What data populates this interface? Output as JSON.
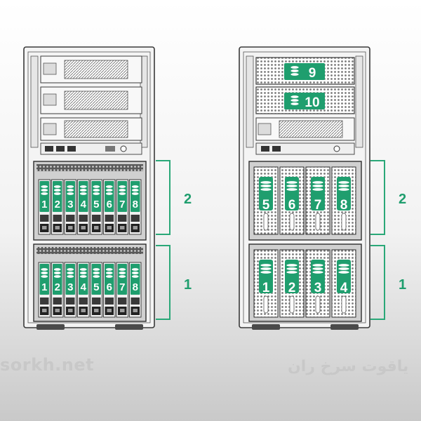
{
  "left_server": {
    "upper_cage": {
      "callout": "2",
      "bays": [
        "1",
        "2",
        "3",
        "4",
        "5",
        "6",
        "7",
        "8"
      ]
    },
    "lower_cage": {
      "callout": "1",
      "bays": [
        "1",
        "2",
        "3",
        "4",
        "5",
        "6",
        "7",
        "8"
      ]
    }
  },
  "right_server": {
    "optical_bays": [
      "9",
      "10"
    ],
    "upper_cage": {
      "callout": "2",
      "bays": [
        "5",
        "6",
        "7",
        "8"
      ]
    },
    "lower_cage": {
      "callout": "1",
      "bays": [
        "1",
        "2",
        "3",
        "4"
      ]
    }
  },
  "watermark": {
    "left_text": "sorkh.net",
    "right_text": "یاقوت سرخ ران"
  },
  "colors": {
    "accent_green": "#1f9e6e",
    "bracket_green": "#2aa878",
    "chassis_stroke": "#3a3a3a"
  },
  "icons": [
    "disk-stack-icon"
  ]
}
